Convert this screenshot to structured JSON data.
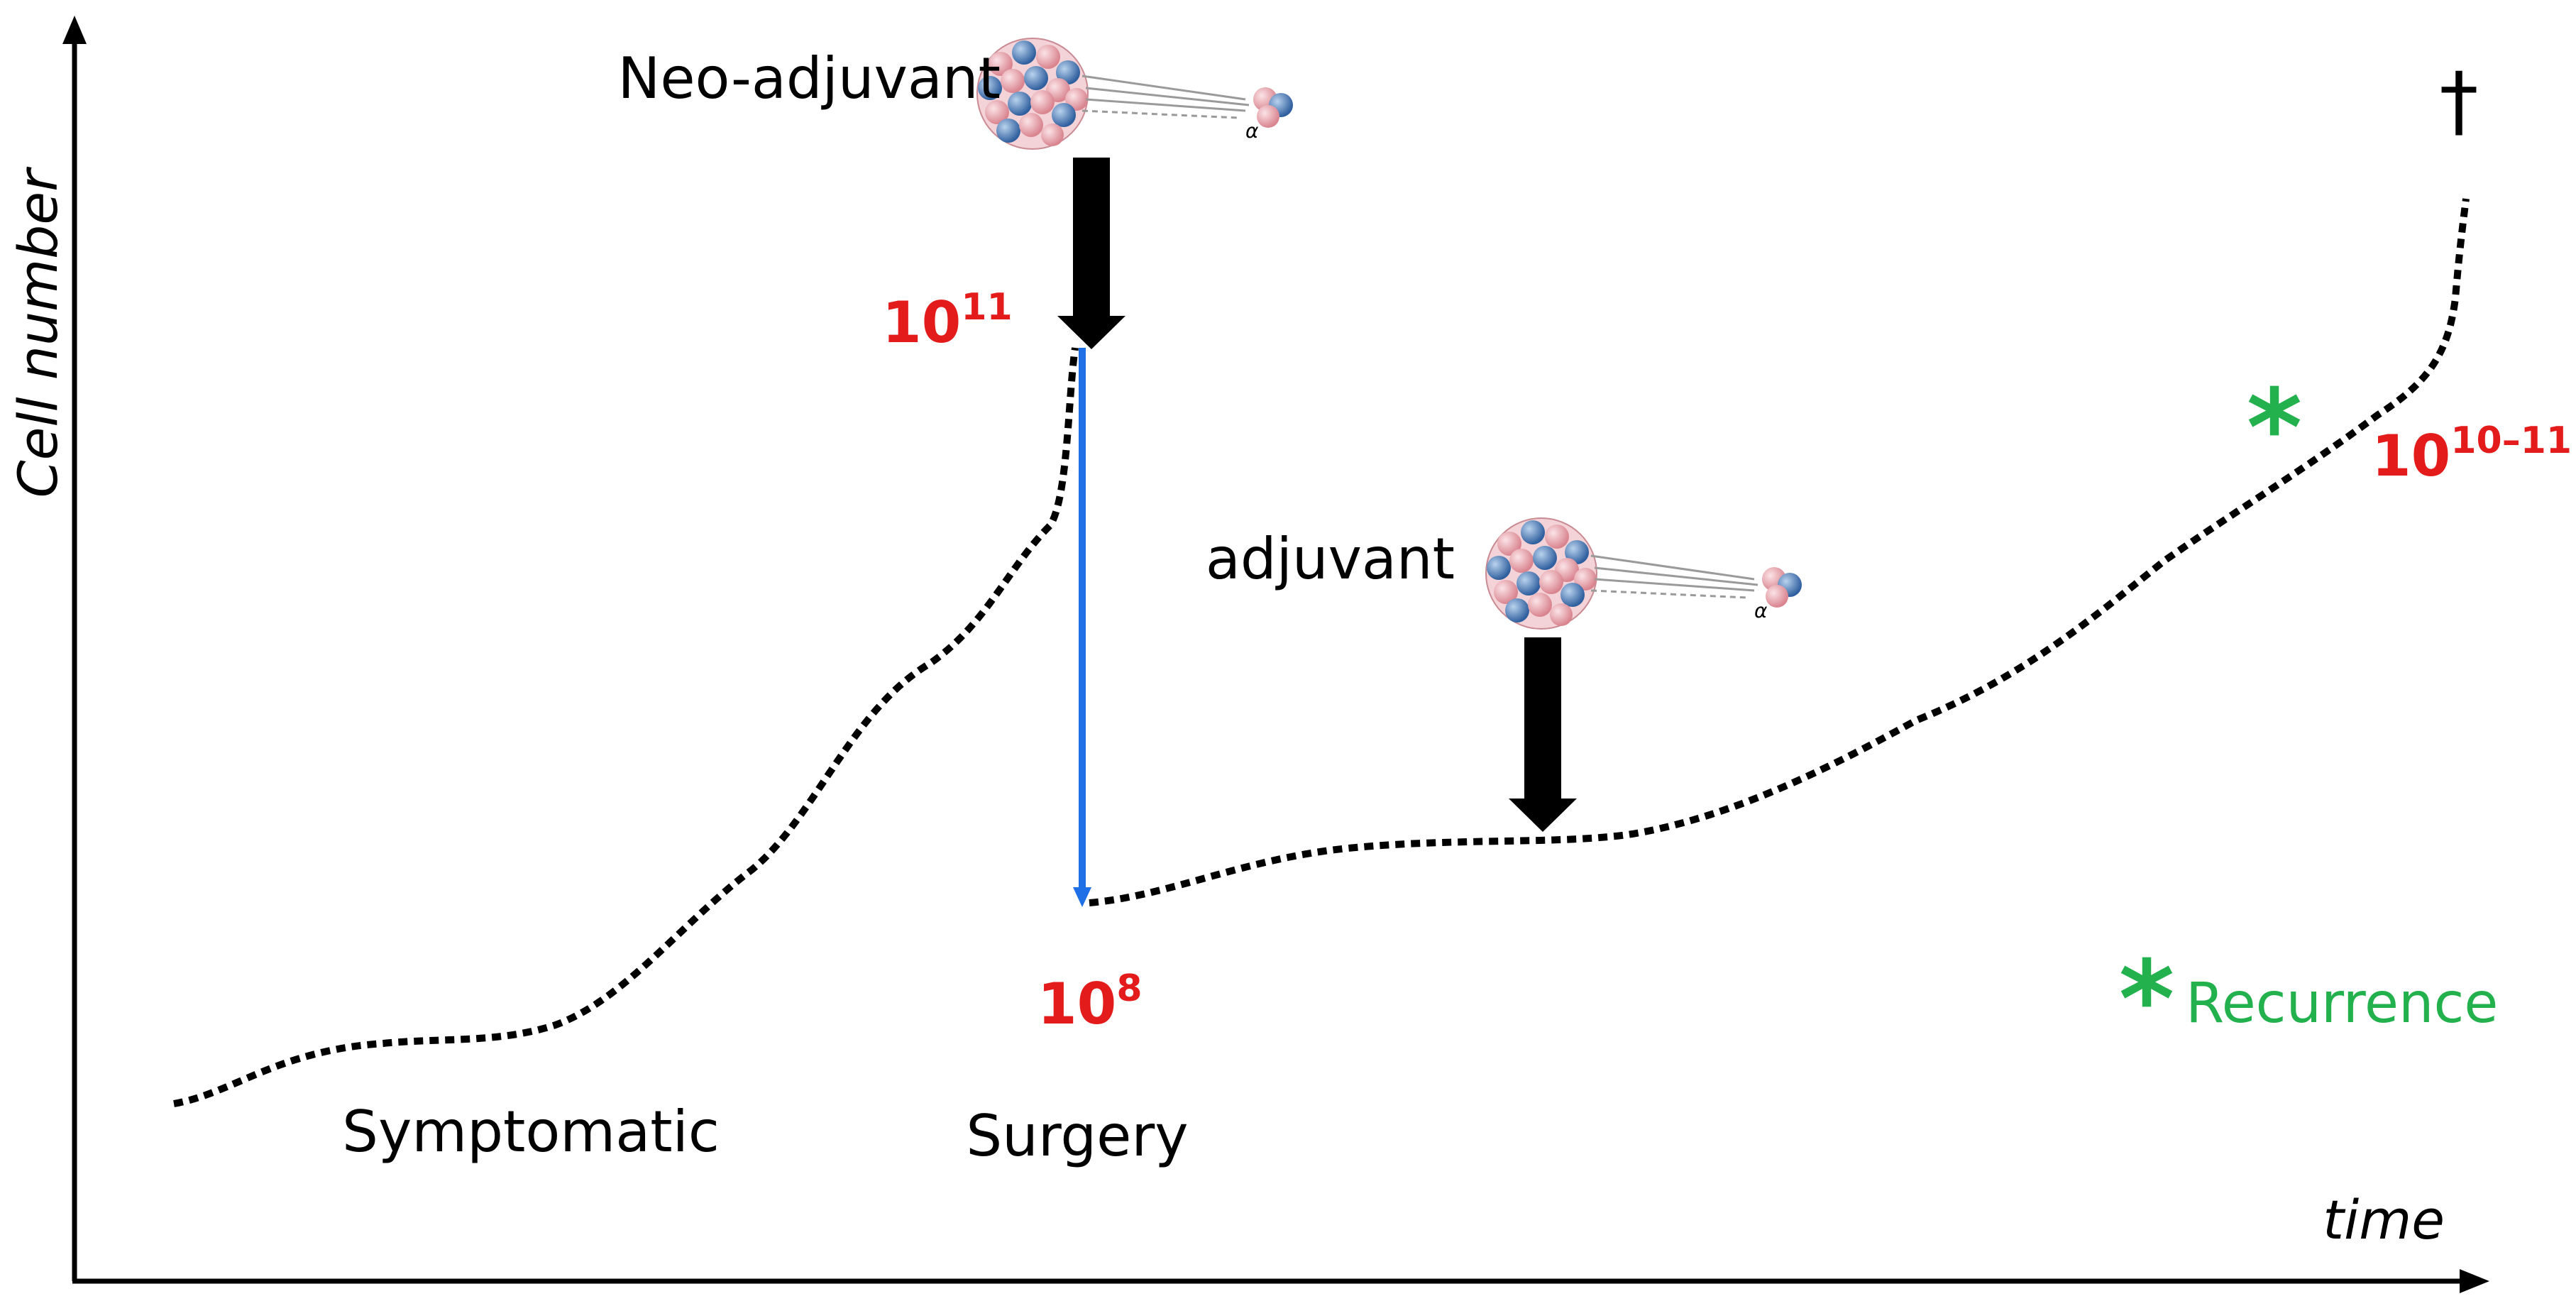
{
  "axes": {
    "y_label": "Cell number",
    "x_label": "time"
  },
  "labels": {
    "neo_adjuvant": "Neo-adjuvant",
    "adjuvant": "adjuvant",
    "symptomatic": "Symptomatic",
    "surgery": "Surgery",
    "recurrence": "Recurrence",
    "death_symbol": "†",
    "asterisk": "*",
    "alpha": "α"
  },
  "cell_counts": {
    "peak": {
      "base": "10",
      "exp": "11"
    },
    "post_surgery": {
      "base": "10",
      "exp": "8"
    },
    "recurrence": {
      "base": "10",
      "exp": "10–11"
    }
  },
  "colors": {
    "curve": "#000000",
    "surgery_drop": "#1f6fe6",
    "cell_count_text": "#e41b1b",
    "recurrence_marker": "#22b14c",
    "tumor_pink": "#e8a0a8",
    "tumor_blue": "#3a6fb0",
    "treatment_arrow": "#000000"
  },
  "icons": {
    "therapy": "radioligand-tumor-icon",
    "treatment_arrow": "down-arrow-icon"
  }
}
